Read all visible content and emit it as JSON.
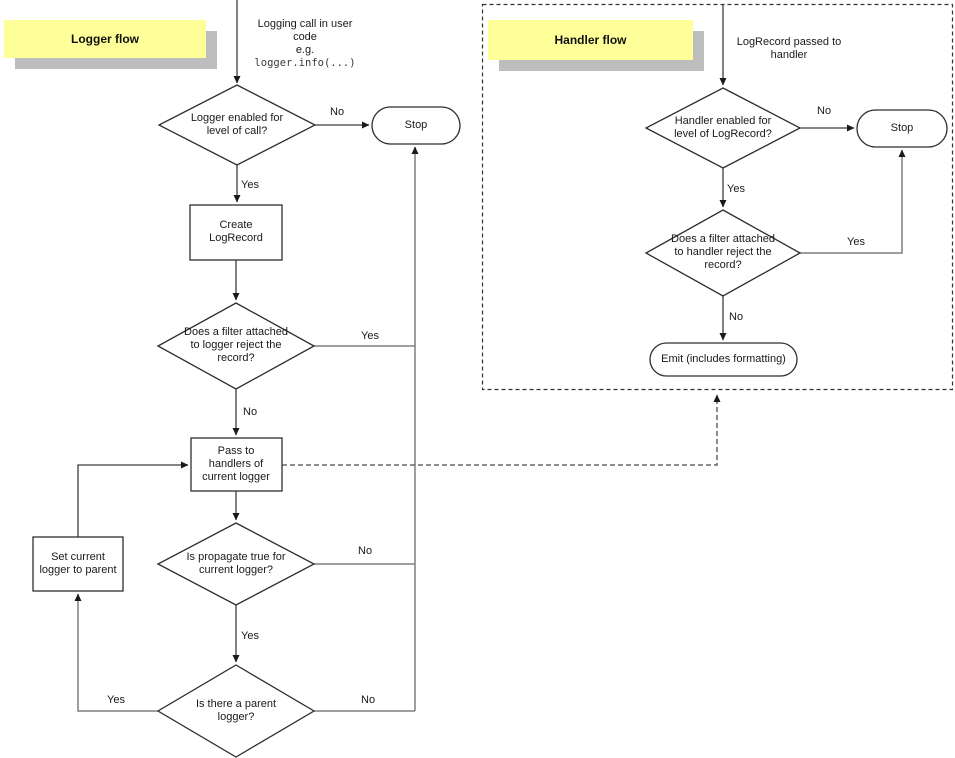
{
  "colors": {
    "background": "#ffffff",
    "title_bg": "#ffff99",
    "title_shadow": "#bdbdbd",
    "shape_border": "#2e2e2e",
    "connector": "#3d3d3d",
    "connector_gray": "#7e7e7e",
    "text": "#1a1a1a"
  },
  "logger_flow": {
    "title": "Logger flow",
    "start_note": {
      "text": "Logging call in user\ncode",
      "eg": "e.g.",
      "code": "logger.info(...)"
    },
    "nodes": {
      "enabled_q": "Logger enabled for\nlevel of call?",
      "stop": "Stop",
      "create_record": "Create\nLogRecord",
      "filter_q": "Does a filter attached\nto logger reject the\nrecord?",
      "pass_handlers": "Pass to\nhandlers of\ncurrent logger",
      "propagate_q": "Is propagate true for\ncurrent logger?",
      "parent_q": "Is there a parent\nlogger?",
      "set_parent": "Set current\nlogger to parent"
    },
    "edges": {
      "enabled_no": "No",
      "enabled_yes": "Yes",
      "filter_yes": "Yes",
      "filter_no": "No",
      "propagate_no": "No",
      "propagate_yes": "Yes",
      "parent_yes": "Yes",
      "parent_no": "No"
    }
  },
  "handler_flow": {
    "title": "Handler flow",
    "start_note": "LogRecord passed to\nhandler",
    "nodes": {
      "enabled_q": "Handler enabled for\nlevel of LogRecord?",
      "stop": "Stop",
      "filter_q": "Does a filter attached\nto handler reject the\nrecord?",
      "emit": "Emit (includes formatting)"
    },
    "edges": {
      "enabled_no": "No",
      "enabled_yes": "Yes",
      "filter_yes": "Yes",
      "filter_no": "No"
    }
  }
}
